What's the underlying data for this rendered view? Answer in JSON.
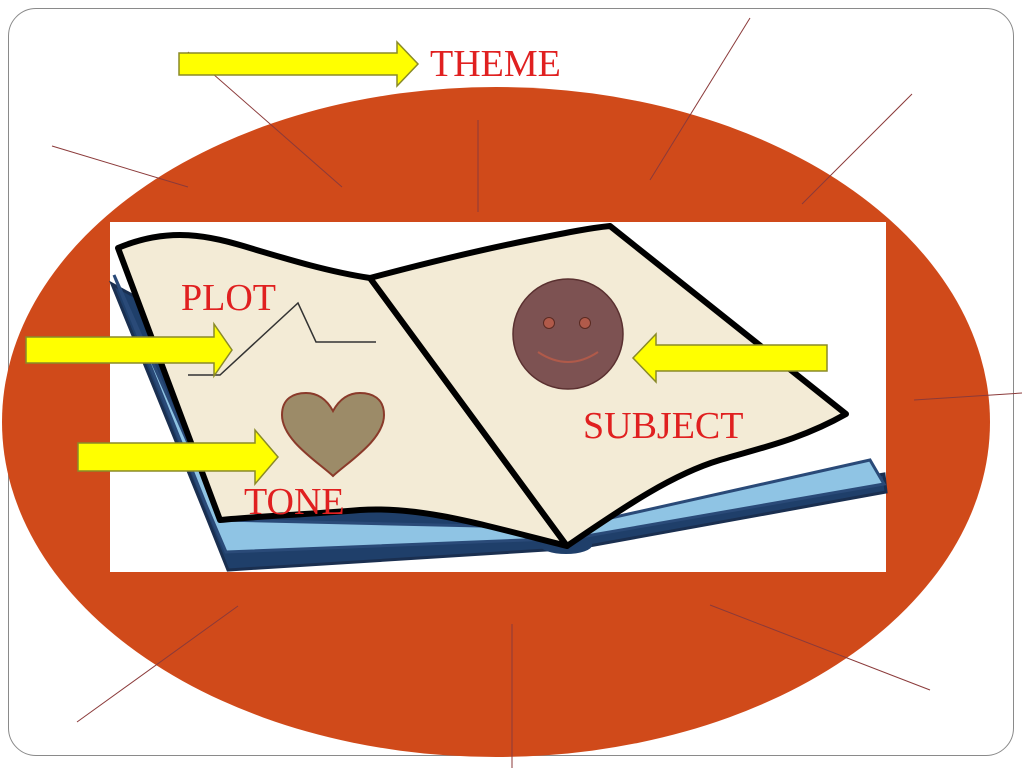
{
  "labels": {
    "theme": "THEME",
    "plot": "PLOT",
    "tone": "TONE",
    "subject": "SUBJECT"
  },
  "icons": {
    "subject": "smiley-face-icon",
    "tone": "heart-icon",
    "book": "open-book-icon",
    "arrows": "yellow-arrow-icon"
  },
  "colors": {
    "oval": "#d04a1a",
    "label_text": "#e02020",
    "arrow_fill": "#ffff00",
    "arrow_stroke": "#8a8a28",
    "page": "#f3ebd6",
    "book_cover": "#1f3f6a",
    "book_cover_light": "#8fc4e4",
    "smiley": "#7d5252",
    "heart": "#9c8b68",
    "spoke_lines": "#8b3a3a"
  }
}
